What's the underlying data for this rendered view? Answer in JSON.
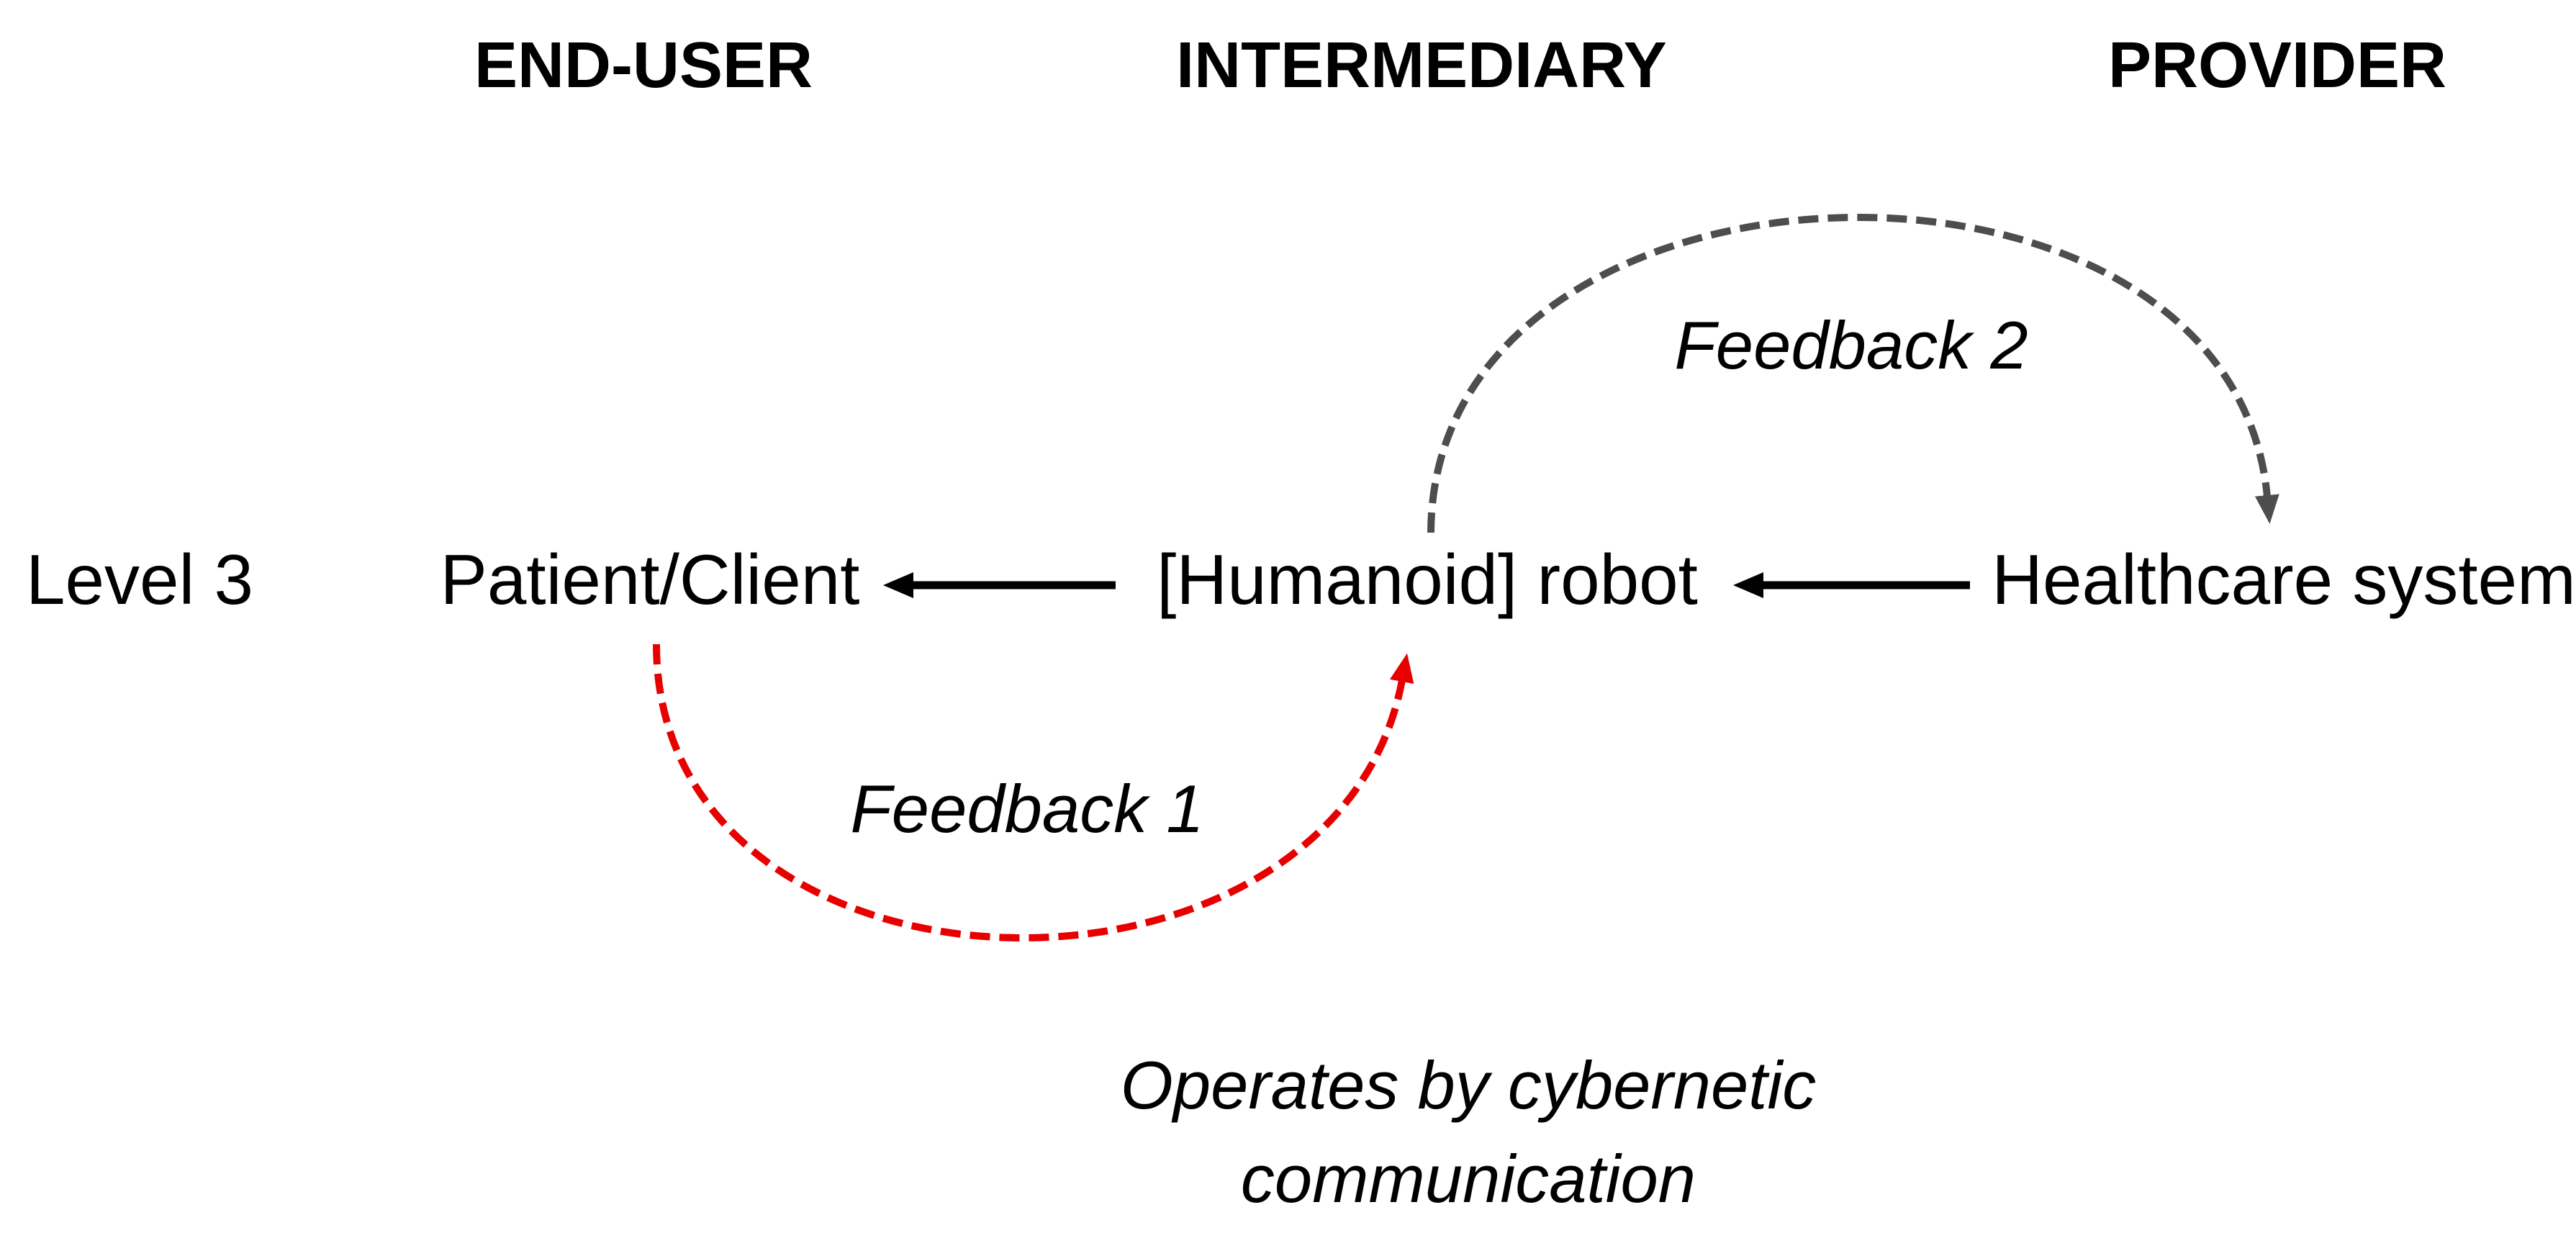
{
  "diagram": {
    "columns": {
      "end_user": "END-USER",
      "intermediary": "INTERMEDIARY",
      "provider": "PROVIDER"
    },
    "level_label": "Level 3",
    "nodes": {
      "end_user": "Patient/Client",
      "intermediary": "[Humanoid] robot",
      "provider": "Healthcare system"
    },
    "solid_arrows": [
      {
        "name": "robot-to-patient",
        "from": "[Humanoid] robot",
        "to": "Patient/Client",
        "style": "solid"
      },
      {
        "name": "system-to-robot",
        "from": "Healthcare system",
        "to": "[Humanoid] robot",
        "style": "solid"
      }
    ],
    "feedback1": {
      "label": "Feedback 1",
      "from": "Patient/Client",
      "to": "[Humanoid] robot",
      "style": "dashed",
      "color": "#e80000"
    },
    "feedback2": {
      "label": "Feedback 2",
      "from": "[Humanoid] robot",
      "to": "Healthcare system",
      "style": "dashed",
      "color": "#4d4d4d"
    },
    "caption": {
      "line1": "Operates by cybernetic",
      "line2": "communication"
    },
    "colors": {
      "text": "#000000",
      "arrow": "#000000",
      "background": "#ffffff"
    }
  }
}
